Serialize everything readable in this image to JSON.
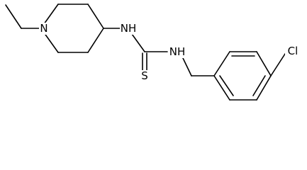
{
  "molecule": {
    "atoms": {
      "n_piperidine": "N",
      "nh_left": "NH",
      "nh_right": "NH",
      "sulfur": "S",
      "chlorine": "Cl"
    }
  }
}
